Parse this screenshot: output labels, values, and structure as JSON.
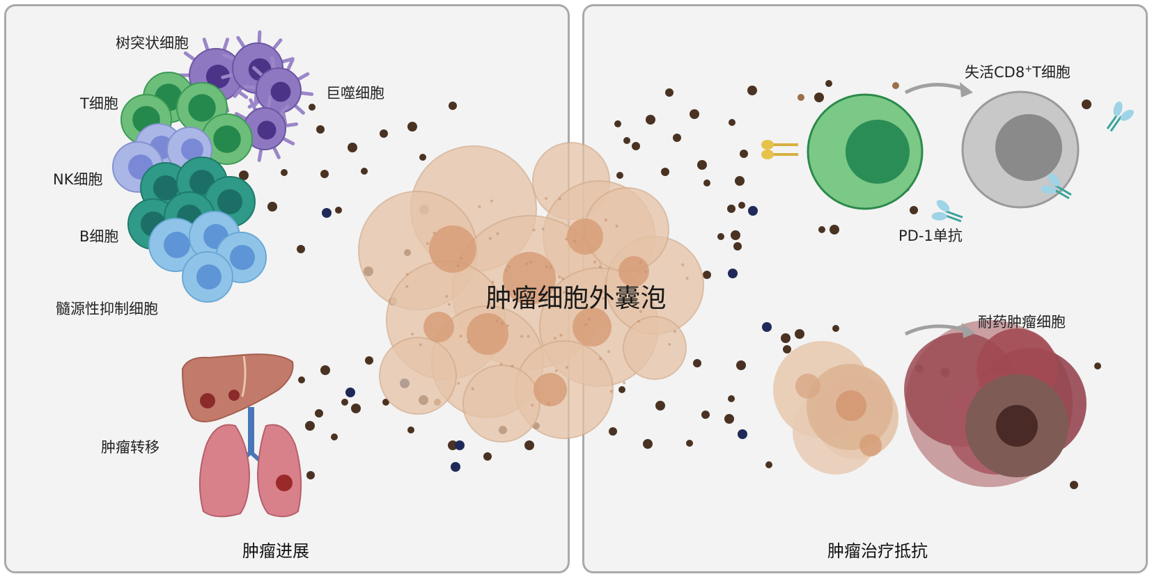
{
  "center_title": "肿瘤细胞外囊泡",
  "left_panel": {
    "caption": "肿瘤进展",
    "labels": {
      "dendritic": "树突状细胞",
      "t_cell": "T细胞",
      "macrophage": "巨噬细胞",
      "nk_cell": "NK细胞",
      "b_cell": "B细胞",
      "mdsc": "髓源性抑制细胞",
      "metastasis": "肿瘤转移"
    }
  },
  "right_panel": {
    "caption": "肿瘤治疗抵抗",
    "labels": {
      "inactive_cd8_prefix": "失活CD8",
      "inactive_cd8_sup": "+",
      "inactive_cd8_suffix": "T细胞",
      "pd1_antibody": "PD-1单抗",
      "resistant_cell": "耐药肿瘤细胞"
    }
  },
  "colors": {
    "t_cell": "#5fb46f",
    "nk_cell": "#aab6e6",
    "b_cell": "#2e9a87",
    "mdsc": "#8fc4e8",
    "dendritic": "#8a6cb8",
    "tumor": "#e3c0a4",
    "resistant": "#8b3a45",
    "vesicle_brown": "#4a3222",
    "vesicle_navy": "#1f2a5a",
    "arrow": "#a0a0a0"
  }
}
